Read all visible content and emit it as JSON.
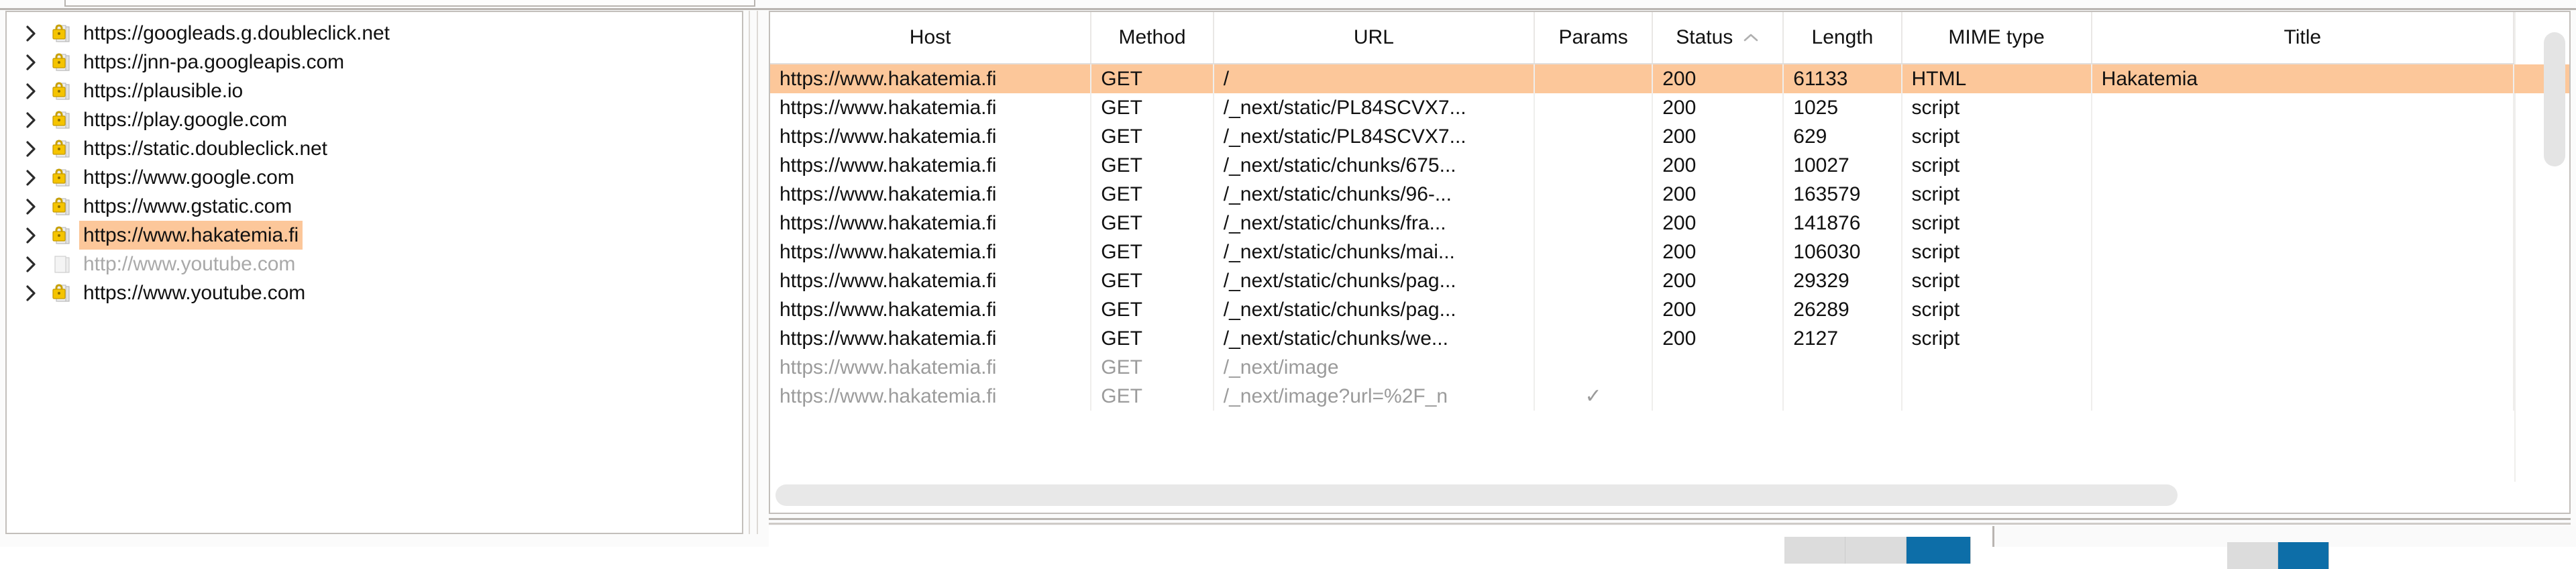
{
  "app": {
    "name": "Burp Suite Site Map",
    "accent_selected": "#fcc79a",
    "accent_button": "#0d6ea8"
  },
  "sitemap_tree": {
    "items": [
      {
        "label": "https://googleads.g.doubleclick.net",
        "icon": "lock-folder-icon",
        "expandable": true,
        "secure": true,
        "selected": false,
        "dim": false
      },
      {
        "label": "https://jnn-pa.googleapis.com",
        "icon": "lock-folder-icon",
        "expandable": true,
        "secure": true,
        "selected": false,
        "dim": false
      },
      {
        "label": "https://plausible.io",
        "icon": "lock-folder-icon",
        "expandable": true,
        "secure": true,
        "selected": false,
        "dim": false
      },
      {
        "label": "https://play.google.com",
        "icon": "lock-folder-icon",
        "expandable": true,
        "secure": true,
        "selected": false,
        "dim": false
      },
      {
        "label": "https://static.doubleclick.net",
        "icon": "lock-folder-icon",
        "expandable": true,
        "secure": true,
        "selected": false,
        "dim": false
      },
      {
        "label": "https://www.google.com",
        "icon": "lock-folder-icon",
        "expandable": true,
        "secure": true,
        "selected": false,
        "dim": false
      },
      {
        "label": "https://www.gstatic.com",
        "icon": "lock-folder-icon",
        "expandable": true,
        "secure": true,
        "selected": false,
        "dim": false
      },
      {
        "label": "https://www.hakatemia.fi",
        "icon": "lock-folder-icon",
        "expandable": true,
        "secure": true,
        "selected": true,
        "dim": false
      },
      {
        "label": "http://www.youtube.com",
        "icon": "folder-icon",
        "expandable": true,
        "secure": false,
        "selected": false,
        "dim": true
      },
      {
        "label": "https://www.youtube.com",
        "icon": "lock-folder-icon",
        "expandable": true,
        "secure": true,
        "selected": false,
        "dim": false
      }
    ]
  },
  "requests_table": {
    "columns": [
      {
        "key": "host",
        "label": "Host",
        "sorted": false
      },
      {
        "key": "method",
        "label": "Method",
        "sorted": false
      },
      {
        "key": "url",
        "label": "URL",
        "sorted": false
      },
      {
        "key": "params",
        "label": "Params",
        "sorted": false
      },
      {
        "key": "status",
        "label": "Status",
        "sorted": true,
        "sort_dir": "asc"
      },
      {
        "key": "length",
        "label": "Length",
        "sorted": false
      },
      {
        "key": "mime",
        "label": "MIME type",
        "sorted": false
      },
      {
        "key": "title",
        "label": "Title",
        "sorted": false
      }
    ],
    "rows": [
      {
        "host": "https://www.hakatemia.fi",
        "method": "GET",
        "url": "/",
        "params": "",
        "status": "200",
        "length": "61133",
        "mime": "HTML",
        "title": "Hakatemia",
        "selected": true,
        "dim": false
      },
      {
        "host": "https://www.hakatemia.fi",
        "method": "GET",
        "url": "/_next/static/PL84SCVX7...",
        "params": "",
        "status": "200",
        "length": "1025",
        "mime": "script",
        "title": "",
        "selected": false,
        "dim": false
      },
      {
        "host": "https://www.hakatemia.fi",
        "method": "GET",
        "url": "/_next/static/PL84SCVX7...",
        "params": "",
        "status": "200",
        "length": "629",
        "mime": "script",
        "title": "",
        "selected": false,
        "dim": false
      },
      {
        "host": "https://www.hakatemia.fi",
        "method": "GET",
        "url": "/_next/static/chunks/675...",
        "params": "",
        "status": "200",
        "length": "10027",
        "mime": "script",
        "title": "",
        "selected": false,
        "dim": false
      },
      {
        "host": "https://www.hakatemia.fi",
        "method": "GET",
        "url": "/_next/static/chunks/96-...",
        "params": "",
        "status": "200",
        "length": "163579",
        "mime": "script",
        "title": "",
        "selected": false,
        "dim": false
      },
      {
        "host": "https://www.hakatemia.fi",
        "method": "GET",
        "url": "/_next/static/chunks/fra...",
        "params": "",
        "status": "200",
        "length": "141876",
        "mime": "script",
        "title": "",
        "selected": false,
        "dim": false
      },
      {
        "host": "https://www.hakatemia.fi",
        "method": "GET",
        "url": "/_next/static/chunks/mai...",
        "params": "",
        "status": "200",
        "length": "106030",
        "mime": "script",
        "title": "",
        "selected": false,
        "dim": false
      },
      {
        "host": "https://www.hakatemia.fi",
        "method": "GET",
        "url": "/_next/static/chunks/pag...",
        "params": "",
        "status": "200",
        "length": "29329",
        "mime": "script",
        "title": "",
        "selected": false,
        "dim": false
      },
      {
        "host": "https://www.hakatemia.fi",
        "method": "GET",
        "url": "/_next/static/chunks/pag...",
        "params": "",
        "status": "200",
        "length": "26289",
        "mime": "script",
        "title": "",
        "selected": false,
        "dim": false
      },
      {
        "host": "https://www.hakatemia.fi",
        "method": "GET",
        "url": "/_next/static/chunks/we...",
        "params": "",
        "status": "200",
        "length": "2127",
        "mime": "script",
        "title": "",
        "selected": false,
        "dim": false
      },
      {
        "host": "https://www.hakatemia.fi",
        "method": "GET",
        "url": "/_next/image",
        "params": "",
        "status": "",
        "length": "",
        "mime": "",
        "title": "",
        "selected": false,
        "dim": true
      },
      {
        "host": "https://www.hakatemia.fi",
        "method": "GET",
        "url": "/_next/image?url=%2F_n",
        "params": "✓",
        "status": "",
        "length": "",
        "mime": "",
        "title": "",
        "selected": false,
        "dim": true
      }
    ]
  },
  "scrollbars": {
    "vertical_present": true,
    "horizontal_present": true
  }
}
